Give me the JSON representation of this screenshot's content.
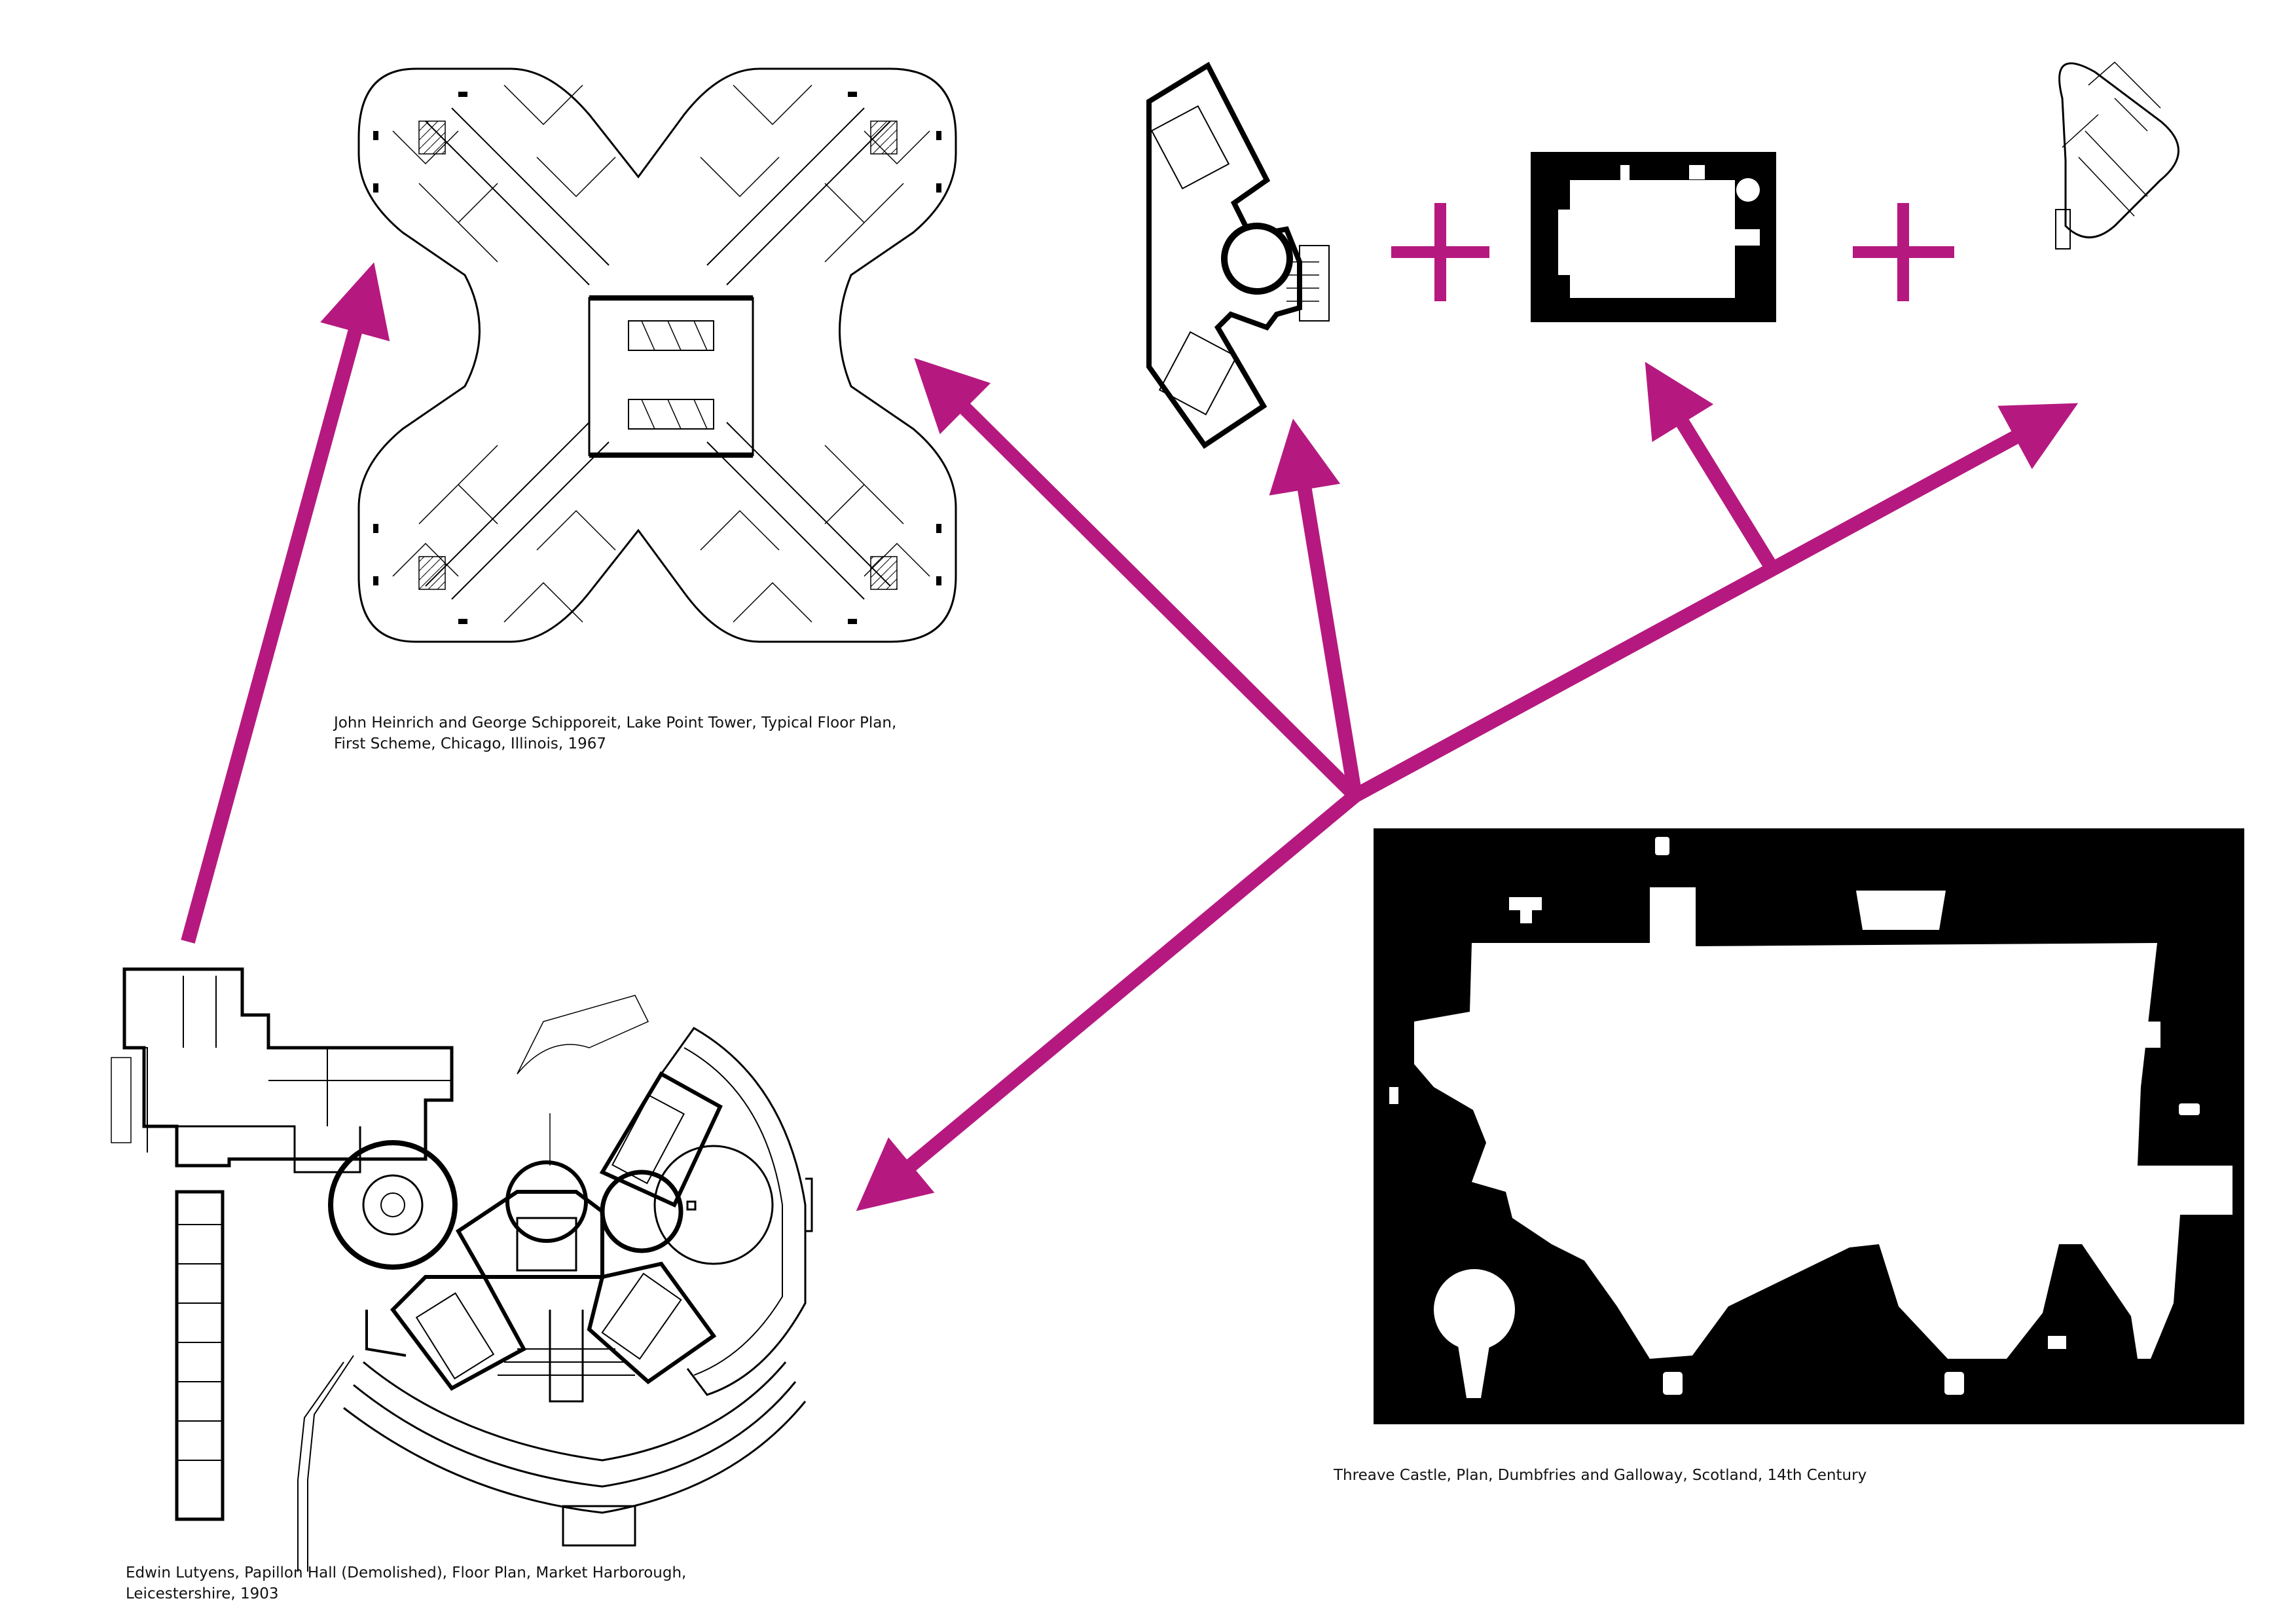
{
  "captions": {
    "lake_point_tower": {
      "line1": "John Heinrich and George Schipporeit, Lake Point Tower, Typical Floor Plan,",
      "line2": "First Scheme, Chicago, Illinois, 1967"
    },
    "papillon_hall": {
      "line1": "Edwin Lutyens, Papillon Hall (Demolished), Floor Plan, Market Harborough,",
      "line2": "Leicestershire, 1903"
    },
    "threave_castle": {
      "line1": "Threave Castle, Plan, Dumbfries and Galloway, Scotland, 14th Century"
    }
  },
  "operators": [
    "+",
    "+"
  ],
  "colors": {
    "arrow": "#b5197f",
    "ink": "#000000",
    "paper": "#ffffff"
  }
}
